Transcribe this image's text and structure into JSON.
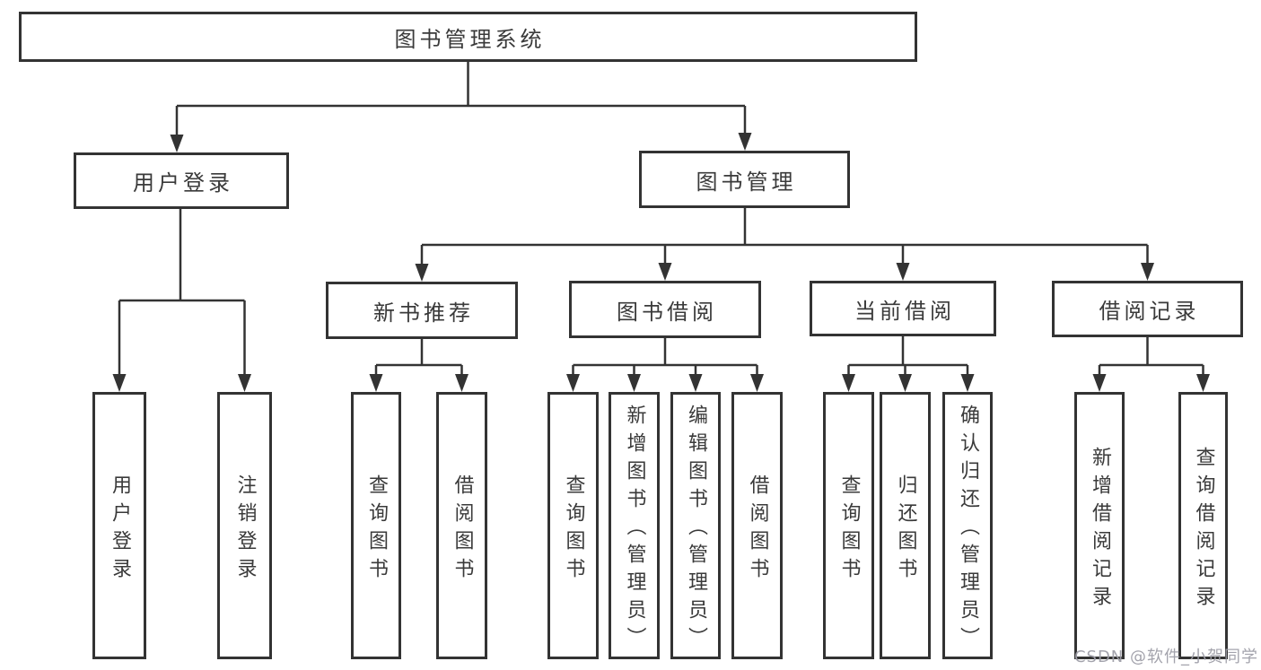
{
  "tree": {
    "label": "图书管理系统",
    "children": [
      {
        "label": "用户登录",
        "children": [
          {
            "label": "用户登录"
          },
          {
            "label": "注销登录"
          }
        ]
      },
      {
        "label": "图书管理",
        "children": [
          {
            "label": "新书推荐",
            "children": [
              {
                "label": "查询图书"
              },
              {
                "label": "借阅图书"
              }
            ]
          },
          {
            "label": "图书借阅",
            "children": [
              {
                "label": "查询图书"
              },
              {
                "label": "新增图书（管理员）"
              },
              {
                "label": "编辑图书（管理员）"
              },
              {
                "label": "借阅图书"
              }
            ]
          },
          {
            "label": "当前借阅",
            "children": [
              {
                "label": "查询图书"
              },
              {
                "label": "归还图书"
              },
              {
                "label": "确认归还（管理员）"
              }
            ]
          },
          {
            "label": "借阅记录",
            "children": [
              {
                "label": "新增借阅记录"
              },
              {
                "label": "查询借阅记录"
              }
            ]
          }
        ]
      }
    ]
  },
  "watermark": {
    "text": "CSDN @软件_小贺同学"
  },
  "colors": {
    "line": "#333333",
    "text": "#3a3a3a",
    "watermark": "#9e9ea8",
    "background": "#ffffff"
  }
}
